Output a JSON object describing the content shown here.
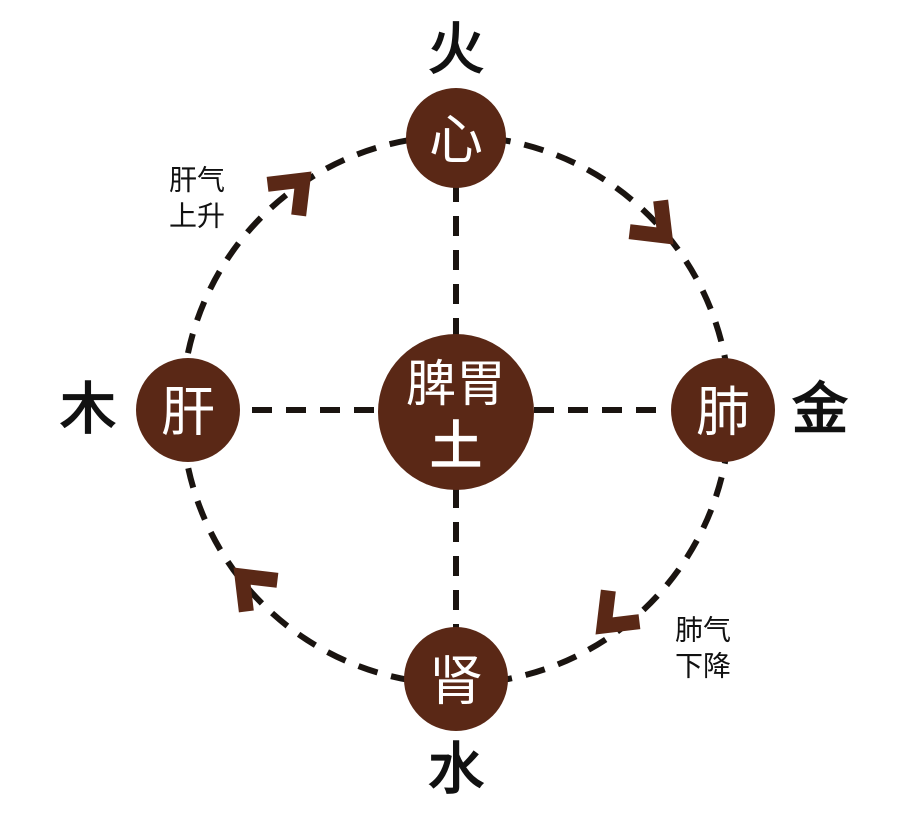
{
  "elements": {
    "fire": "火",
    "wood": "木",
    "metal": "金",
    "water": "水",
    "earth": "土"
  },
  "organs": {
    "heart": "心",
    "liver": "肝",
    "lung": "肺",
    "kidney": "肾",
    "spleen_stomach": "脾胃"
  },
  "notes": {
    "liver_qi_line1": "肝气",
    "liver_qi_line2": "上升",
    "lung_qi_line1": "肺气",
    "lung_qi_line2": "下降"
  },
  "colors": {
    "organ_fill": "#5a2816",
    "dashed_line": "#1a1410",
    "arrow": "#5a2816",
    "text_dark": "#111111",
    "text_light": "#ffffff"
  }
}
